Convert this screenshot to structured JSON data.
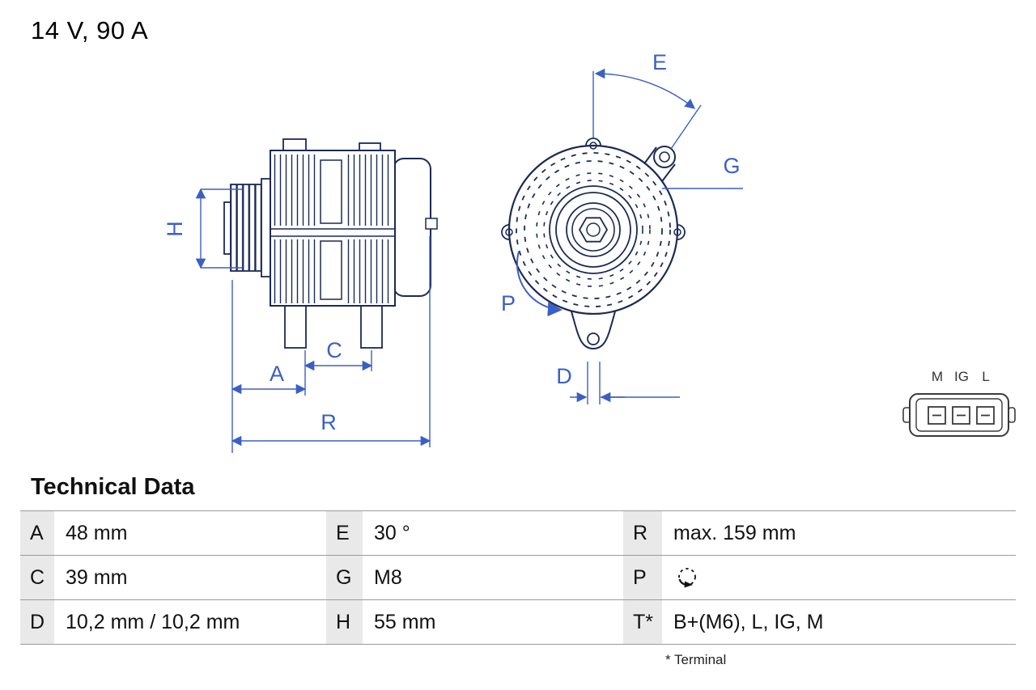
{
  "title": "14 V, 90 A",
  "diagram": {
    "dimension_labels": {
      "H": "H",
      "A": "A",
      "C": "C",
      "R": "R",
      "E": "E",
      "G": "G",
      "P": "P",
      "D": "D"
    },
    "connector_pins": [
      "M",
      "IG",
      "L"
    ],
    "colors": {
      "drawing": "#1c2a54",
      "dimension": "#3b5fc4"
    }
  },
  "table": {
    "heading": "Technical Data",
    "rows": [
      [
        {
          "k": "A",
          "v": "48 mm"
        },
        {
          "k": "E",
          "v": "30 °"
        },
        {
          "k": "R",
          "v": "max. 159 mm"
        }
      ],
      [
        {
          "k": "C",
          "v": "39 mm"
        },
        {
          "k": "G",
          "v": "M8"
        },
        {
          "k": "P",
          "v": "",
          "icon": "rotation-ccw-icon"
        }
      ],
      [
        {
          "k": "D",
          "v": "10,2 mm / 10,2 mm"
        },
        {
          "k": "H",
          "v": "55 mm"
        },
        {
          "k": "T*",
          "v": "B+(M6), L, IG, M"
        }
      ]
    ],
    "footnote": "* Terminal"
  }
}
